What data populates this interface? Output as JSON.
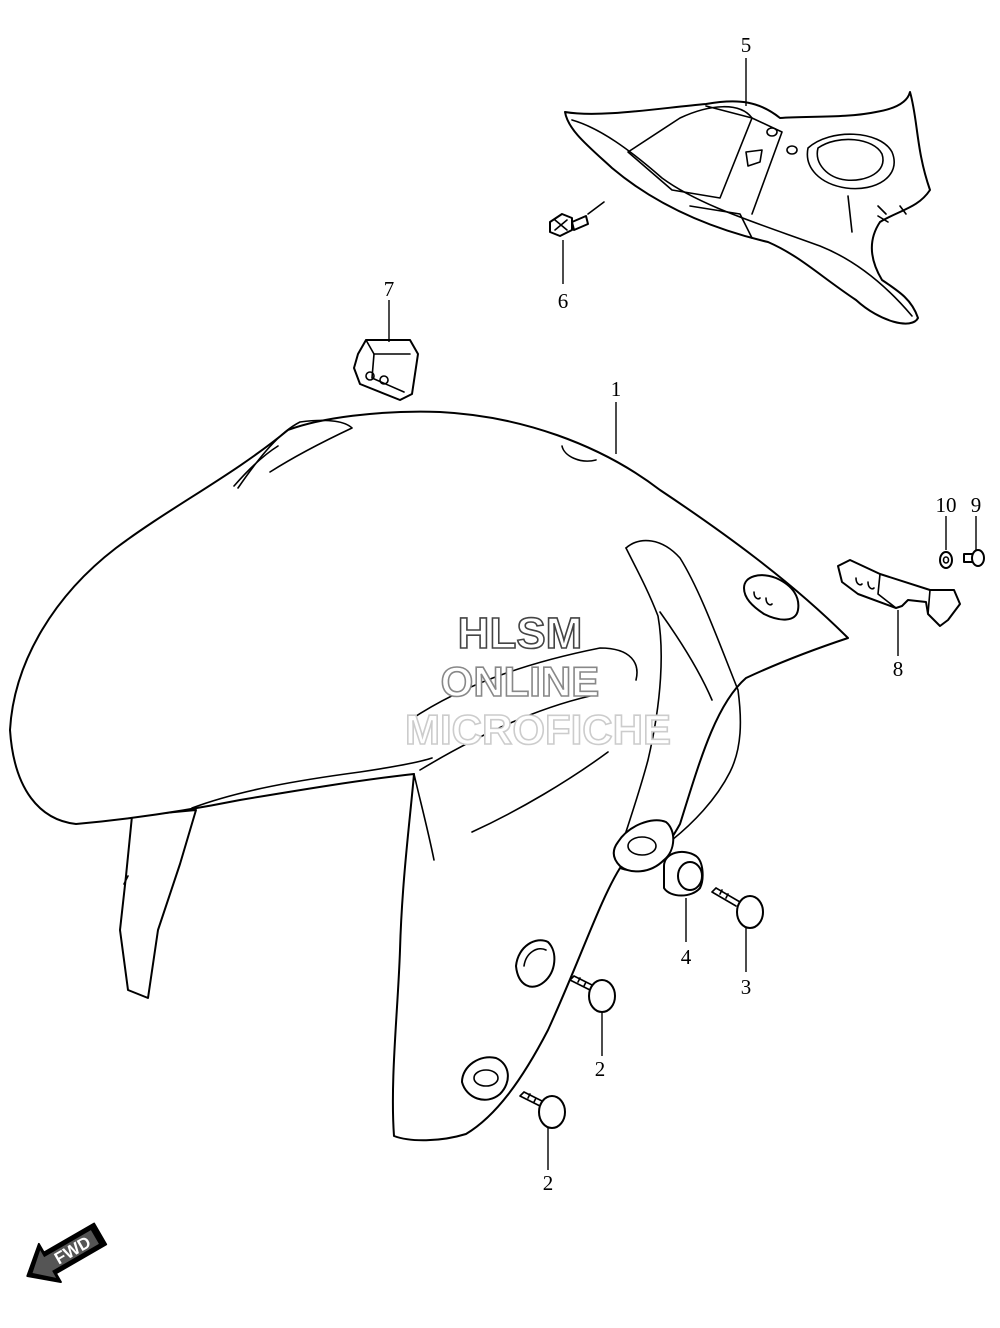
{
  "callouts": [
    {
      "id": "1",
      "label": "1"
    },
    {
      "id": "2a",
      "label": "2"
    },
    {
      "id": "2b",
      "label": "2"
    },
    {
      "id": "3",
      "label": "3"
    },
    {
      "id": "4",
      "label": "4"
    },
    {
      "id": "5",
      "label": "5"
    },
    {
      "id": "6",
      "label": "6"
    },
    {
      "id": "7",
      "label": "7"
    },
    {
      "id": "8",
      "label": "8"
    },
    {
      "id": "9",
      "label": "9"
    },
    {
      "id": "10",
      "label": "10"
    }
  ],
  "watermark": {
    "line1": "HLSM",
    "line2": "ONLINE",
    "line3": "MICROFICHE"
  },
  "fwd_label": "FWD",
  "colors": {
    "ink": "#000000",
    "paper": "#ffffff",
    "watermark_dark": "#444444",
    "watermark_mid": "#888888",
    "watermark_light": "#cccccc"
  }
}
